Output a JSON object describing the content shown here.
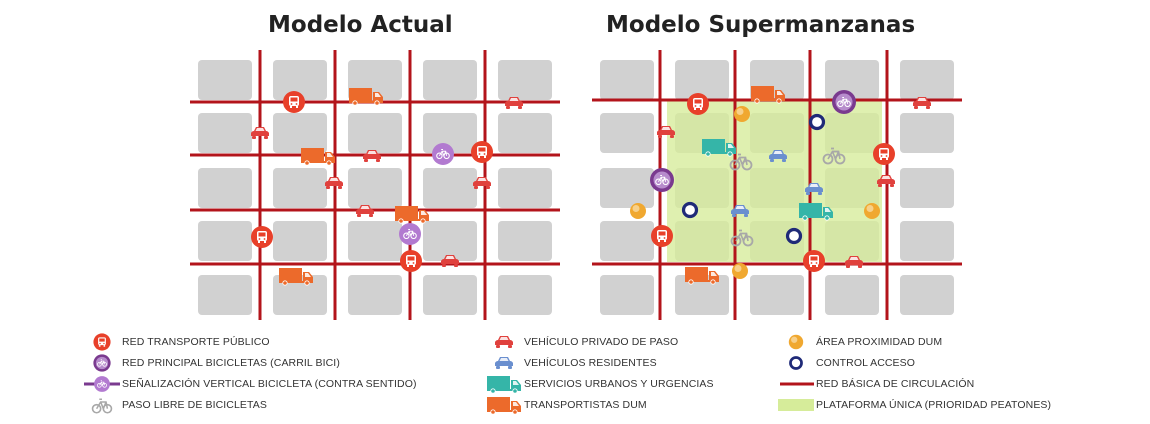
{
  "titles": {
    "left": "Modelo Actual",
    "right": "Modelo Supermanzanas"
  },
  "colors": {
    "street": "#b3141b",
    "block": "#d1d1d1",
    "transport": "#e8402a",
    "car": "#e0413d",
    "bike_main": "#7a3a8f",
    "bike_signal": "#b27ad0",
    "resident": "#6a8fcf",
    "service": "#35b5a8",
    "truck": "#ec6a2b",
    "dum_area": "#f0a830",
    "control": "#1f2a78",
    "platform": "#d6ec9a"
  },
  "legend": {
    "col1": [
      {
        "icon": "bus-stop-icon",
        "label": "RED TRANSPORTE PÚBLICO"
      },
      {
        "icon": "bike-circle-icon",
        "label": "RED PRINCIPAL BICICLETAS (CARRIL BICI)"
      },
      {
        "icon": "bike-signal-icon",
        "label": "SEÑALIZACIÓN VERTICAL BICICLETA (CONTRA SENTIDO)"
      },
      {
        "icon": "bike-free-icon",
        "label": "PASO LIBRE DE BICICLETAS"
      }
    ],
    "col2": [
      {
        "icon": "private-car-icon",
        "label": "VEHÍCULO PRIVADO DE PASO"
      },
      {
        "icon": "resident-car-icon",
        "label": "VEHÍCULOS RESIDENTES"
      },
      {
        "icon": "service-truck-icon",
        "label": "SERVICIOS URBANOS Y URGENCIAS"
      },
      {
        "icon": "dum-truck-icon",
        "label": "TRANSPORTISTAS DUM"
      }
    ],
    "col3": [
      {
        "icon": "dum-area-icon",
        "label": "ÁREA PROXIMIDAD DUM"
      },
      {
        "icon": "access-control-icon",
        "label": "CONTROL ACCESO"
      },
      {
        "icon": "street-line-icon",
        "label": "RED BÁSICA DE CIRCULACIÓN"
      },
      {
        "icon": "platform-icon",
        "label": "PLATAFORMA ÚNICA (PRIORIDAD PEATONES)"
      }
    ]
  }
}
